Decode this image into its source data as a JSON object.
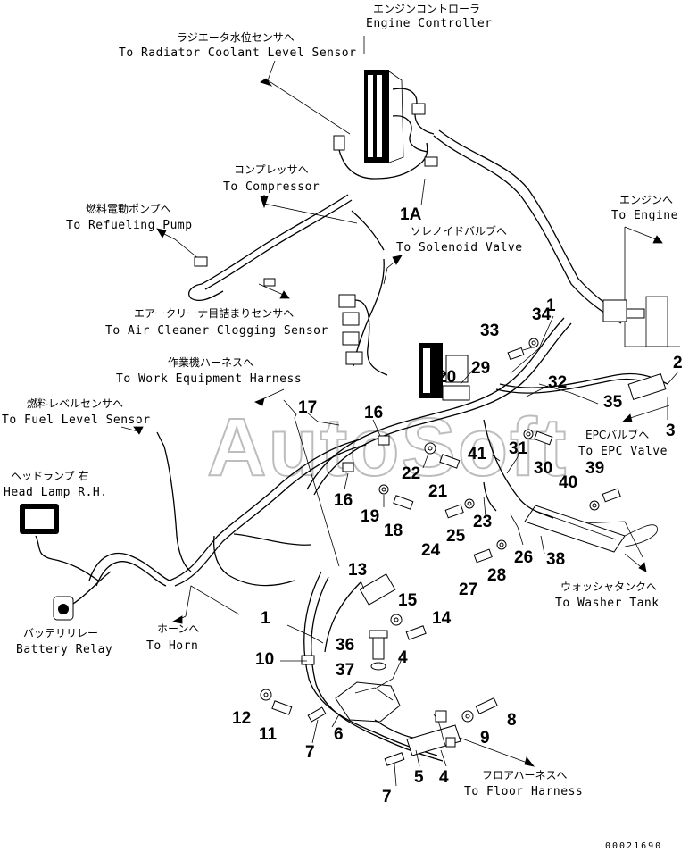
{
  "watermark": "AutoSoft",
  "drawing_code": "00021690",
  "destinations": {
    "engine_controller": {
      "jp": "エンジンコントローラ",
      "en": "Engine Controller"
    },
    "radiator": {
      "jp": "ラジエータ水位センサへ",
      "en": "To Radiator Coolant Level Sensor"
    },
    "compressor": {
      "jp": "コンプレッサへ",
      "en": "To Compressor"
    },
    "refueling_pump": {
      "jp": "燃料電動ポンプへ",
      "en": "To Refueling Pump"
    },
    "solenoid_valve": {
      "jp": "ソレノイドバルブへ",
      "en": "To Solenoid Valve"
    },
    "engine": {
      "jp": "エンジンへ",
      "en": "To Engine"
    },
    "air_cleaner": {
      "jp": "エアークリーナ目詰まりセンサへ",
      "en": "To Air Cleaner Clogging Sensor"
    },
    "work_equipment": {
      "jp": "作業機ハーネスへ",
      "en": "To Work Equipment Harness"
    },
    "fuel_level": {
      "jp": "燃料レベルセンサへ",
      "en": "To Fuel Level Sensor"
    },
    "headlamp": {
      "jp": "ヘッドランプ 右",
      "en": "Head Lamp R.H."
    },
    "battery_relay": {
      "jp": "バッテリリレー",
      "en": "Battery Relay"
    },
    "horn": {
      "jp": "ホーンへ",
      "en": "To Horn"
    },
    "epc_valve": {
      "jp": "EPCバルブへ",
      "en": "To EPC Valve"
    },
    "washer_tank": {
      "jp": "ウォッシャタンクへ",
      "en": "To Washer Tank"
    },
    "floor_harness": {
      "jp": "フロアハーネスへ",
      "en": "To Floor Harness"
    }
  },
  "callouts": {
    "c1A": "1A",
    "c34": "34",
    "c1a": "1",
    "c33": "33",
    "c2": "2",
    "c20": "20",
    "c29": "29",
    "c32": "32",
    "c35": "35",
    "c3": "3",
    "c17": "17",
    "c16a": "16",
    "c31": "31",
    "c30": "30",
    "c41": "41",
    "c39": "39",
    "c40": "40",
    "c22": "22",
    "c16b": "16",
    "c21": "21",
    "c19": "19",
    "c18": "18",
    "c23": "23",
    "c25": "25",
    "c24": "24",
    "c26": "26",
    "c38": "38",
    "c28": "28",
    "c27": "27",
    "c13": "13",
    "c15": "15",
    "c14": "14",
    "c1b": "1",
    "c36": "36",
    "c10": "10",
    "c37": "37",
    "c4a": "4",
    "c12": "12",
    "c11": "11",
    "c8": "8",
    "c7a": "7",
    "c6": "6",
    "c9": "9",
    "c5": "5",
    "c4b": "4",
    "c7b": "7"
  }
}
